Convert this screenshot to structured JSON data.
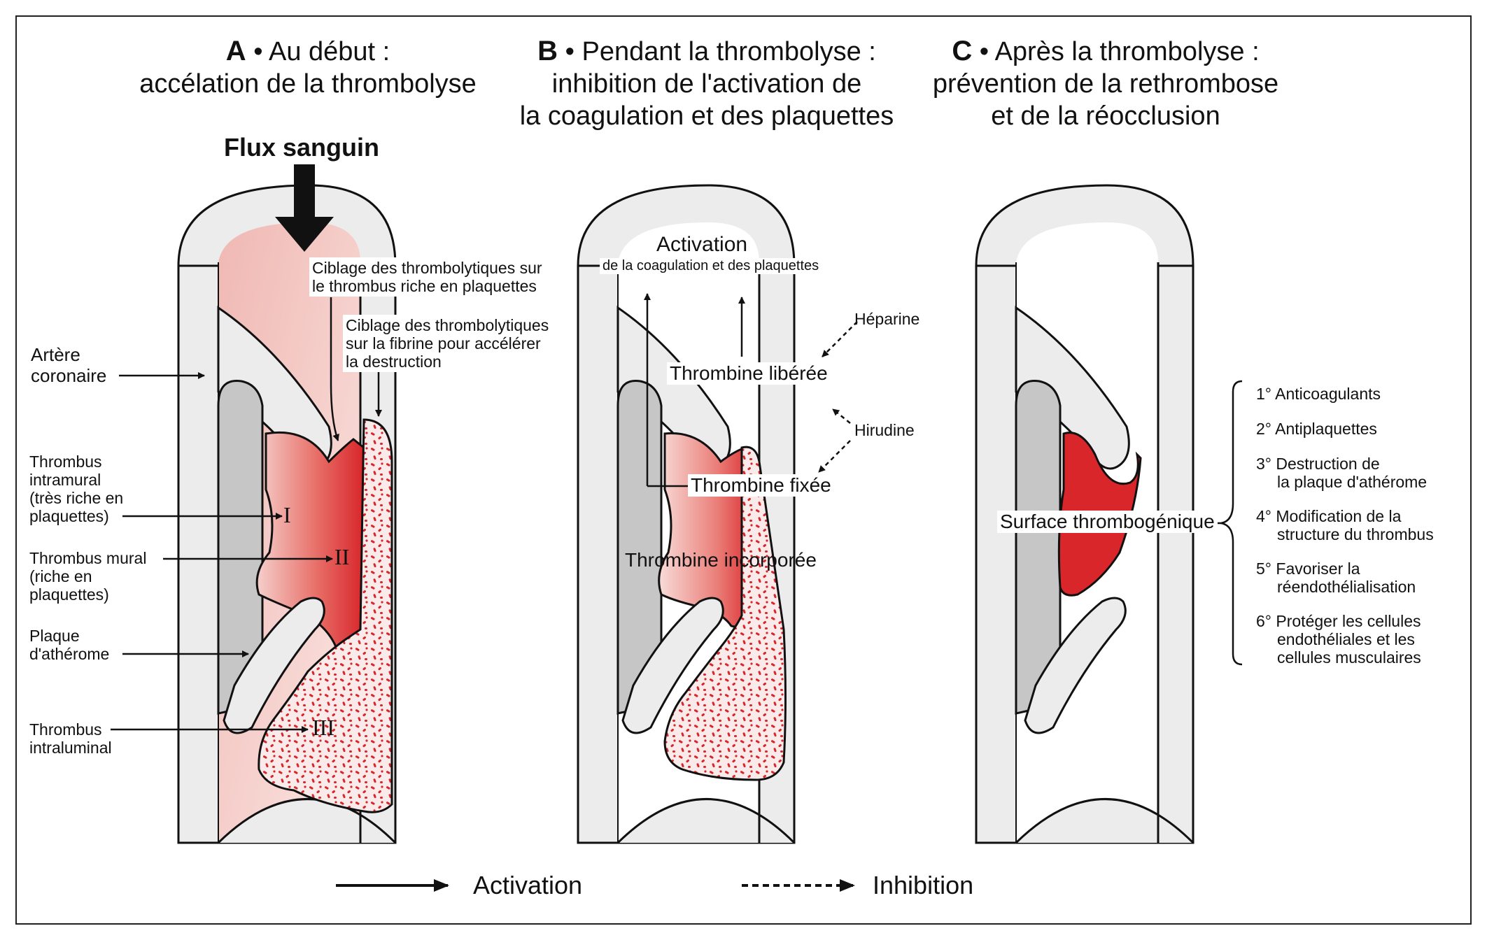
{
  "panels": {
    "a": {
      "letter": "A",
      "title_line1": "Au début :",
      "title_line2": "accélation de la thrombolyse",
      "flow_label": "Flux sanguin",
      "targeting_platelets": [
        "Ciblage des thrombolytiques sur",
        "le thrombus riche en plaquettes"
      ],
      "targeting_fibrin": [
        "Ciblage des thrombolytiques",
        "sur la fibrine pour accélérer",
        "la destruction"
      ],
      "artery_label": [
        "Artère",
        "coronaire"
      ],
      "thrombus_intramural": [
        "Thrombus",
        "intramural",
        "(très riche en",
        "plaquettes)"
      ],
      "thrombus_mural": [
        "Thrombus mural",
        "(riche en",
        "plaquettes)"
      ],
      "plaque": [
        "Plaque",
        "d'athérome"
      ],
      "thrombus_intraluminal": [
        "Thrombus",
        "intraluminal"
      ],
      "roman_1": "I",
      "roman_2": "II",
      "roman_3": "III"
    },
    "b": {
      "letter": "B",
      "title_line1": "Pendant la thrombolyse :",
      "title_line2": "inhibition de l'activation de",
      "title_line3": "la coagulation et des plaquettes",
      "activation_title": "Activation",
      "activation_sub": "de la coagulation et des plaquettes",
      "heparine": "Héparine",
      "hirudine": "Hirudine",
      "thrombine_liberee": "Thrombine libérée",
      "thrombine_fixee": "Thrombine fixée",
      "thrombine_incorporee": "Thrombine incorporée"
    },
    "c": {
      "letter": "C",
      "title_line1": "Après la thrombolyse :",
      "title_line2": "prévention de la rethrombose",
      "title_line3": "et de la réocclusion",
      "surface": "Surface thrombogénique",
      "list": [
        {
          "num": "1°",
          "lines": [
            "Anticoagulants"
          ]
        },
        {
          "num": "2°",
          "lines": [
            "Antiplaquettes"
          ]
        },
        {
          "num": "3°",
          "lines": [
            "Destruction de",
            "la plaque d'athérome"
          ]
        },
        {
          "num": "4°",
          "lines": [
            "Modification de la",
            "structure du thrombus"
          ]
        },
        {
          "num": "5°",
          "lines": [
            "Favoriser la",
            "réendothélialisation"
          ]
        },
        {
          "num": "6°",
          "lines": [
            "Protéger les cellules",
            "endothéliales et les",
            "cellules musculaires"
          ]
        }
      ]
    }
  },
  "legend": {
    "activation": "Activation",
    "inhibition": "Inhibition"
  },
  "colors": {
    "red": "#d8262a",
    "pink": "#f3c4c0",
    "gray": "#c8c8c8",
    "wall": "#ececec",
    "line": "#111111"
  }
}
